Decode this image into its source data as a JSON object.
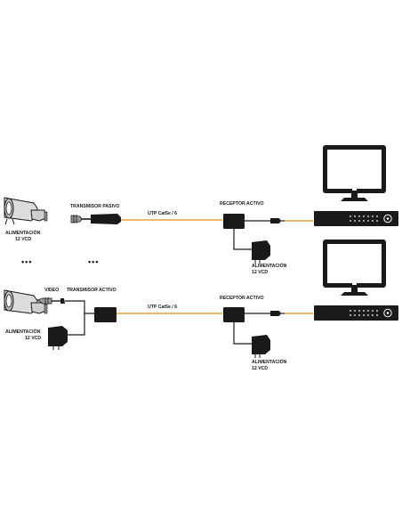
{
  "labels": {
    "power_top": [
      "ALIMENTACIÓN",
      "12 VCD"
    ],
    "passive_tx": "TRANSMISOR PASIVO",
    "cable_top": "UTP Cat5e / 6",
    "rx_top": "RECEPTOR ACTIVO",
    "rx_power_top": [
      "ALIMENTACIÓN",
      "12 VCD"
    ],
    "ellipsis_left": "•••",
    "ellipsis_mid": "•••",
    "video": "VIDEO",
    "active_tx": "TRANSMISOR ACTIVO",
    "power_bottom": [
      "ALIMENTACIÓN",
      "12 VCD"
    ],
    "cable_bottom": "UTP Cat5e / 6",
    "rx_bottom": "RECEPTOR ACTIVO",
    "rx_power_bottom": [
      "ALIMENTACIÓN",
      "12 VCD"
    ]
  },
  "colors": {
    "ink": "#1a1a1a",
    "cable": "#e8a33a",
    "screen": "#ffffff"
  },
  "icons": [
    "camera-icon",
    "balun-icon",
    "receiver-icon",
    "power-adapter-icon",
    "monitor-icon",
    "dvr-icon",
    "bnc-connector-icon"
  ]
}
